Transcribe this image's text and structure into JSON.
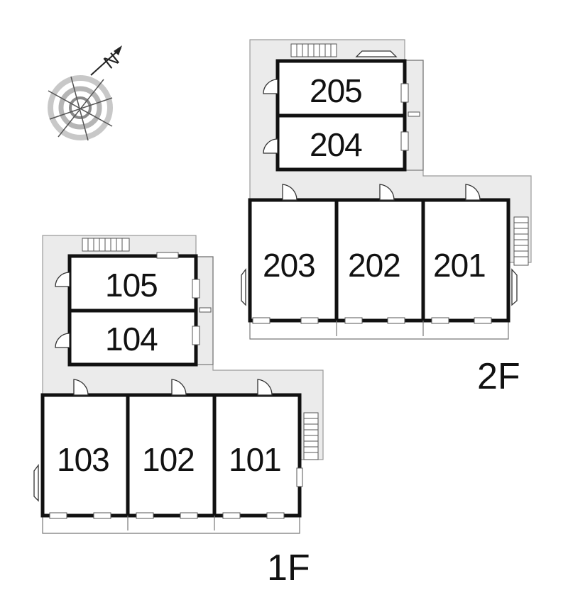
{
  "compass": {
    "north_symbol": "N",
    "icon": "north-compass-icon"
  },
  "floors": [
    {
      "label": "1F",
      "units": [
        {
          "number": "105"
        },
        {
          "number": "104"
        },
        {
          "number": "103"
        },
        {
          "number": "102"
        },
        {
          "number": "101"
        }
      ]
    },
    {
      "label": "2F",
      "units": [
        {
          "number": "205"
        },
        {
          "number": "204"
        },
        {
          "number": "203"
        },
        {
          "number": "202"
        },
        {
          "number": "201"
        }
      ]
    }
  ]
}
